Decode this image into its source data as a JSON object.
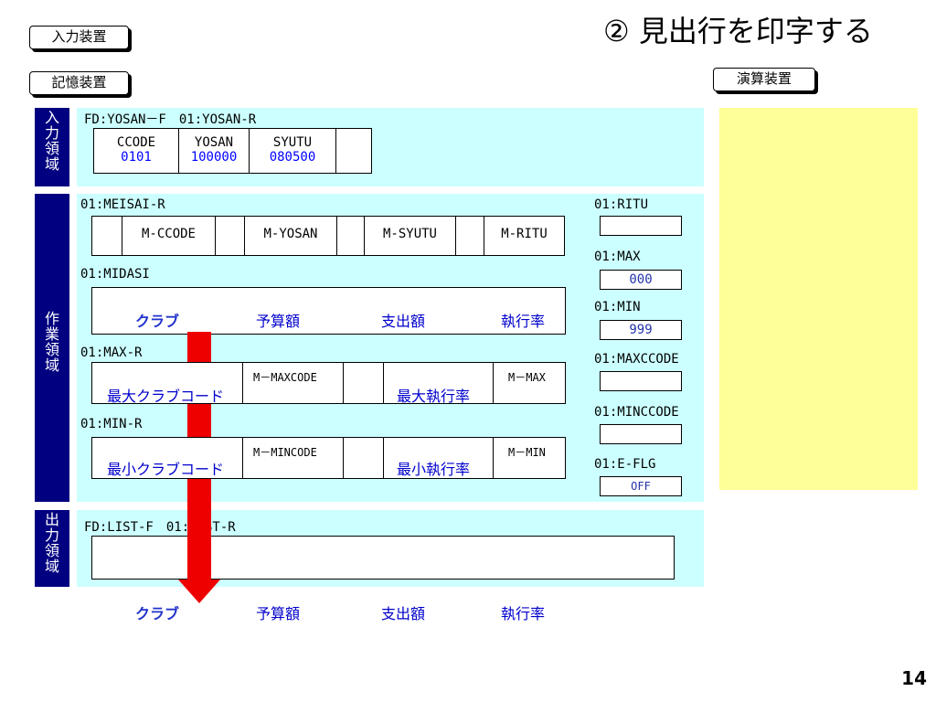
{
  "title": "② 見出行を印字する",
  "page_number": "14",
  "buttons": {
    "input_device": "入力装置",
    "storage_device": "記憶装置",
    "calc_device": "演算装置"
  },
  "input_area": {
    "label": [
      "入",
      "力",
      "領",
      "域"
    ],
    "record": "FD:YOSAN－F　01:YOSAN-R",
    "fields": [
      {
        "name": "CCODE",
        "value": "0101"
      },
      {
        "name": "YOSAN",
        "value": "100000"
      },
      {
        "name": "SYUTU",
        "value": "080500"
      }
    ]
  },
  "work_area": {
    "label": [
      "作",
      "業",
      "領",
      "域"
    ],
    "meisai": {
      "record": "01:MEISAI-R",
      "fields": [
        "M-CCODE",
        "M-YOSAN",
        "M-SYUTU",
        "M-RITU"
      ]
    },
    "midasi": {
      "record": "01:MIDASI",
      "headings": [
        "クラブ",
        "予算額",
        "支出額",
        "執行率"
      ]
    },
    "max": {
      "record": "01:MAX-R",
      "label1": "最大クラブコード",
      "field1": "M－MAXCODE",
      "label2": "最大執行率",
      "field2": "M－MAX"
    },
    "min": {
      "record": "01:MIN-R",
      "label1": "最小クラブコード",
      "field1": "M－MINCODE",
      "label2": "最小執行率",
      "field2": "M－MIN"
    },
    "vars": [
      {
        "name": "01:RITU",
        "value": ""
      },
      {
        "name": "01:MAX",
        "value": "000"
      },
      {
        "name": "01:MIN",
        "value": "999"
      },
      {
        "name": "01:MAXCCODE",
        "value": ""
      },
      {
        "name": "01:MINCCODE",
        "value": ""
      },
      {
        "name": "01:E-FLG",
        "value": "OFF"
      }
    ]
  },
  "output_area": {
    "label": [
      "出",
      "力",
      "領",
      "域"
    ],
    "record": "FD:LIST-F　01:LIST-R",
    "printed_headings": [
      "クラブ",
      "予算額",
      "支出額",
      "執行率"
    ]
  },
  "colors": {
    "area_bg": "#ccffff",
    "calc_bg": "#ffff99",
    "label_bg": "#000080",
    "arrow": "#ee0000"
  }
}
